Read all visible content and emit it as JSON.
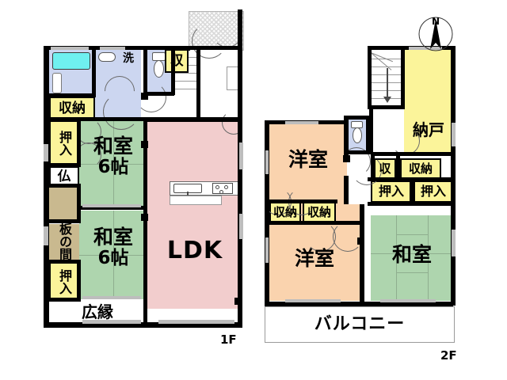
{
  "document": {
    "type": "real-estate-floor-plan",
    "floors": [
      "1F",
      "2F"
    ]
  },
  "compass": {
    "label": "N",
    "name": "north-arrow"
  },
  "floor1": {
    "tag": "1F",
    "rooms": [
      {
        "key": "ldk",
        "label": "LDK",
        "color": "#f2cdcd"
      },
      {
        "key": "washitsu_upper",
        "label": "和室\n6帖",
        "label_line1": "和室",
        "label_line2": "6帖",
        "color": "#aed5ae"
      },
      {
        "key": "washitsu_lower",
        "label_line1": "和室",
        "label_line2": "6帖",
        "color": "#aed5ae"
      },
      {
        "key": "hiroen",
        "label": "広縁",
        "color": "#ffffff"
      },
      {
        "key": "ita_no_ma",
        "label": "板の間",
        "color": "#c9b98f"
      }
    ],
    "closets": [
      {
        "key": "shuno_bath",
        "label": "収納"
      },
      {
        "key": "oshiire_1",
        "label": "押入"
      },
      {
        "key": "butsu",
        "label": "仏"
      },
      {
        "key": "oshiire_2",
        "label": "押入"
      },
      {
        "key": "shu_entry",
        "label": "収"
      }
    ],
    "fixtures": [
      {
        "key": "bath",
        "label": "",
        "name": "bathtub"
      },
      {
        "key": "sink",
        "label": "",
        "name": "washbasin"
      },
      {
        "key": "laundry",
        "label": "洗",
        "name": "laundry-area"
      },
      {
        "key": "toilet",
        "label": "",
        "name": "toilet"
      },
      {
        "key": "kitchen_sink",
        "label": "",
        "name": "kitchen-sink"
      },
      {
        "key": "stove",
        "label": "",
        "name": "stove"
      },
      {
        "key": "entrance",
        "label": "",
        "name": "entrance-tile"
      },
      {
        "key": "stairs",
        "label": "",
        "name": "staircase-up"
      }
    ]
  },
  "floor2": {
    "tag": "2F",
    "rooms": [
      {
        "key": "yoshitsu_top",
        "label": "洋室",
        "color": "#fad3ae"
      },
      {
        "key": "yoshitsu_bottom",
        "label": "洋室",
        "color": "#fad3ae"
      },
      {
        "key": "washitsu_2f",
        "label": "和室",
        "color": "#aed5ae"
      },
      {
        "key": "nando",
        "label": "納戸",
        "color": "#fbf49a"
      },
      {
        "key": "balcony",
        "label": "バルコニー",
        "color": "#ffffff"
      }
    ],
    "closets": [
      {
        "key": "shuno_a",
        "label": "収納"
      },
      {
        "key": "shuno_b",
        "label": "収納"
      },
      {
        "key": "shu_c",
        "label": "収"
      },
      {
        "key": "shuno_d",
        "label": "収納"
      },
      {
        "key": "oshiire_a",
        "label": "押入"
      },
      {
        "key": "oshiire_b",
        "label": "押入"
      }
    ],
    "fixtures": [
      {
        "key": "toilet_2f",
        "label": "",
        "name": "toilet"
      },
      {
        "key": "stairs_2f",
        "label": "",
        "name": "staircase-down"
      }
    ]
  },
  "colors": {
    "tatami_green": "#aed5ae",
    "ldk_pink": "#f2cdcd",
    "western_orange": "#fad3ae",
    "closet_yellow": "#fbf49a",
    "water_blue": "#ccd6f0",
    "bathtub_cyan": "#6ff0f0",
    "wood_tan": "#c9b98f",
    "wall_black": "#000000"
  }
}
